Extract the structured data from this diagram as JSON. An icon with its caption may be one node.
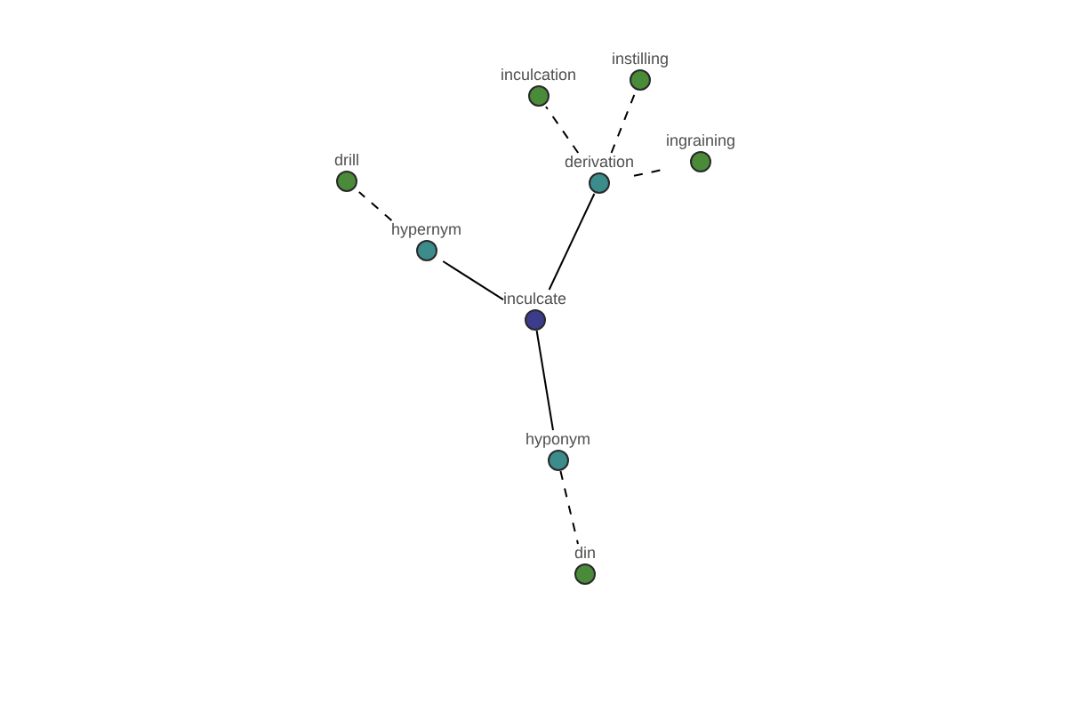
{
  "diagram": {
    "nodes": [
      {
        "text": [
          "instilling"
        ]
      },
      {
        "text": [
          "inculcation"
        ]
      },
      {
        "text": [
          "ingraining"
        ]
      },
      {
        "text": [
          "drill"
        ]
      },
      {
        "text": [
          "derivation"
        ]
      },
      {
        "text": [
          "hypernym"
        ]
      },
      {
        "text": [
          "inculcate"
        ]
      },
      {
        "text": [
          "hyponym"
        ]
      },
      {
        "text": [
          "din"
        ]
      }
    ],
    "edges": [
      {
        "from": 6,
        "to": 5,
        "arrow": "none"
      },
      {
        "from": 6,
        "to": 4,
        "arrow": "none"
      },
      {
        "from": 6,
        "to": 7,
        "arrow": "none"
      },
      {
        "from": 5,
        "to": 3,
        "arrow": "none",
        "style": "dashed"
      },
      {
        "from": 4,
        "to": 1,
        "arrow": "none",
        "style": "dashed"
      },
      {
        "from": 4,
        "to": 0,
        "arrow": "none",
        "style": "dashed"
      },
      {
        "from": 4,
        "to": 2,
        "arrow": "none",
        "style": "dashed"
      },
      {
        "from": 7,
        "to": 8,
        "arrow": "none",
        "style": "dashed"
      }
    ]
  }
}
